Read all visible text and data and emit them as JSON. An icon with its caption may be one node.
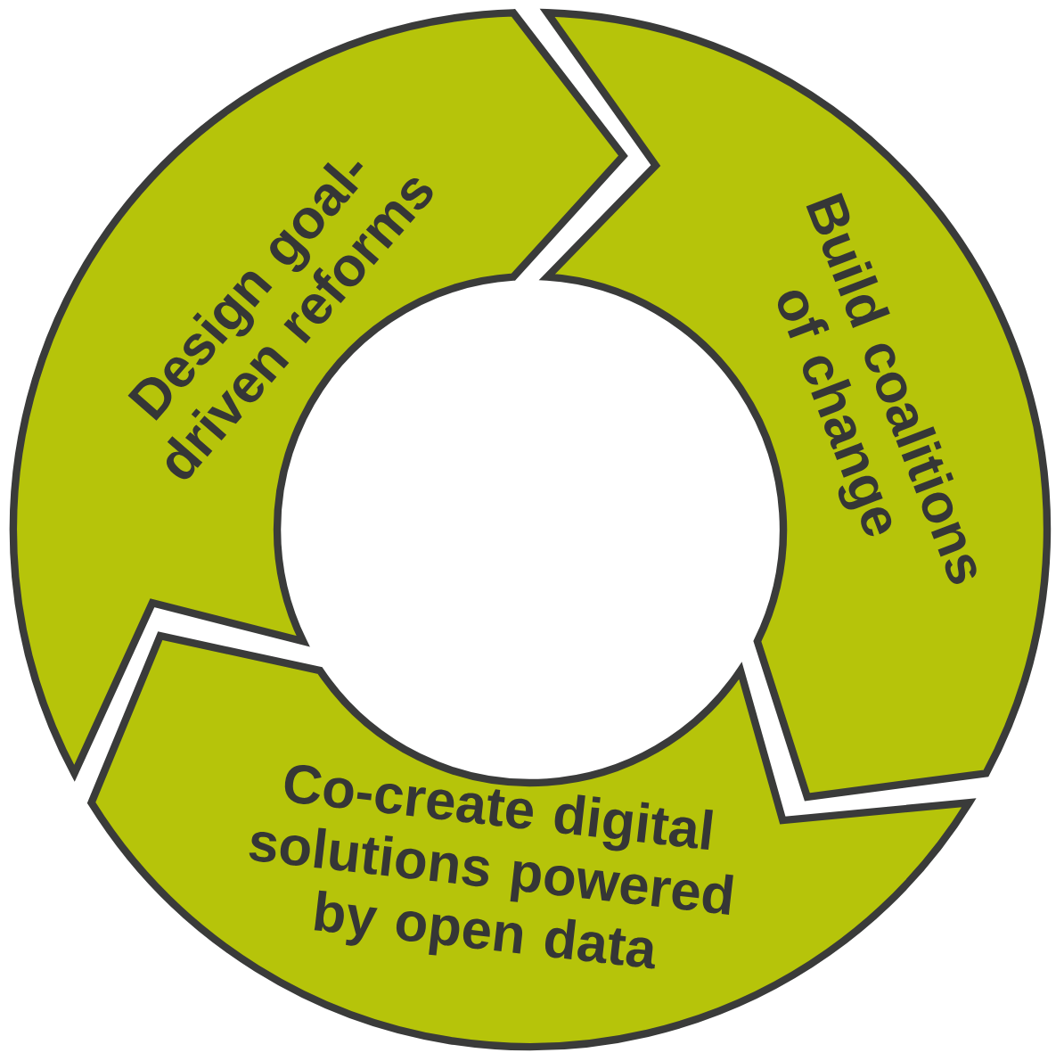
{
  "diagram": {
    "nodes": [
      {
        "text": [
          "Design goal-driven reforms"
        ]
      },
      {
        "text": [
          "Build coalitions of change"
        ]
      },
      {
        "text": [
          "Co-create digital solutions powered by open data"
        ]
      }
    ]
  }
}
